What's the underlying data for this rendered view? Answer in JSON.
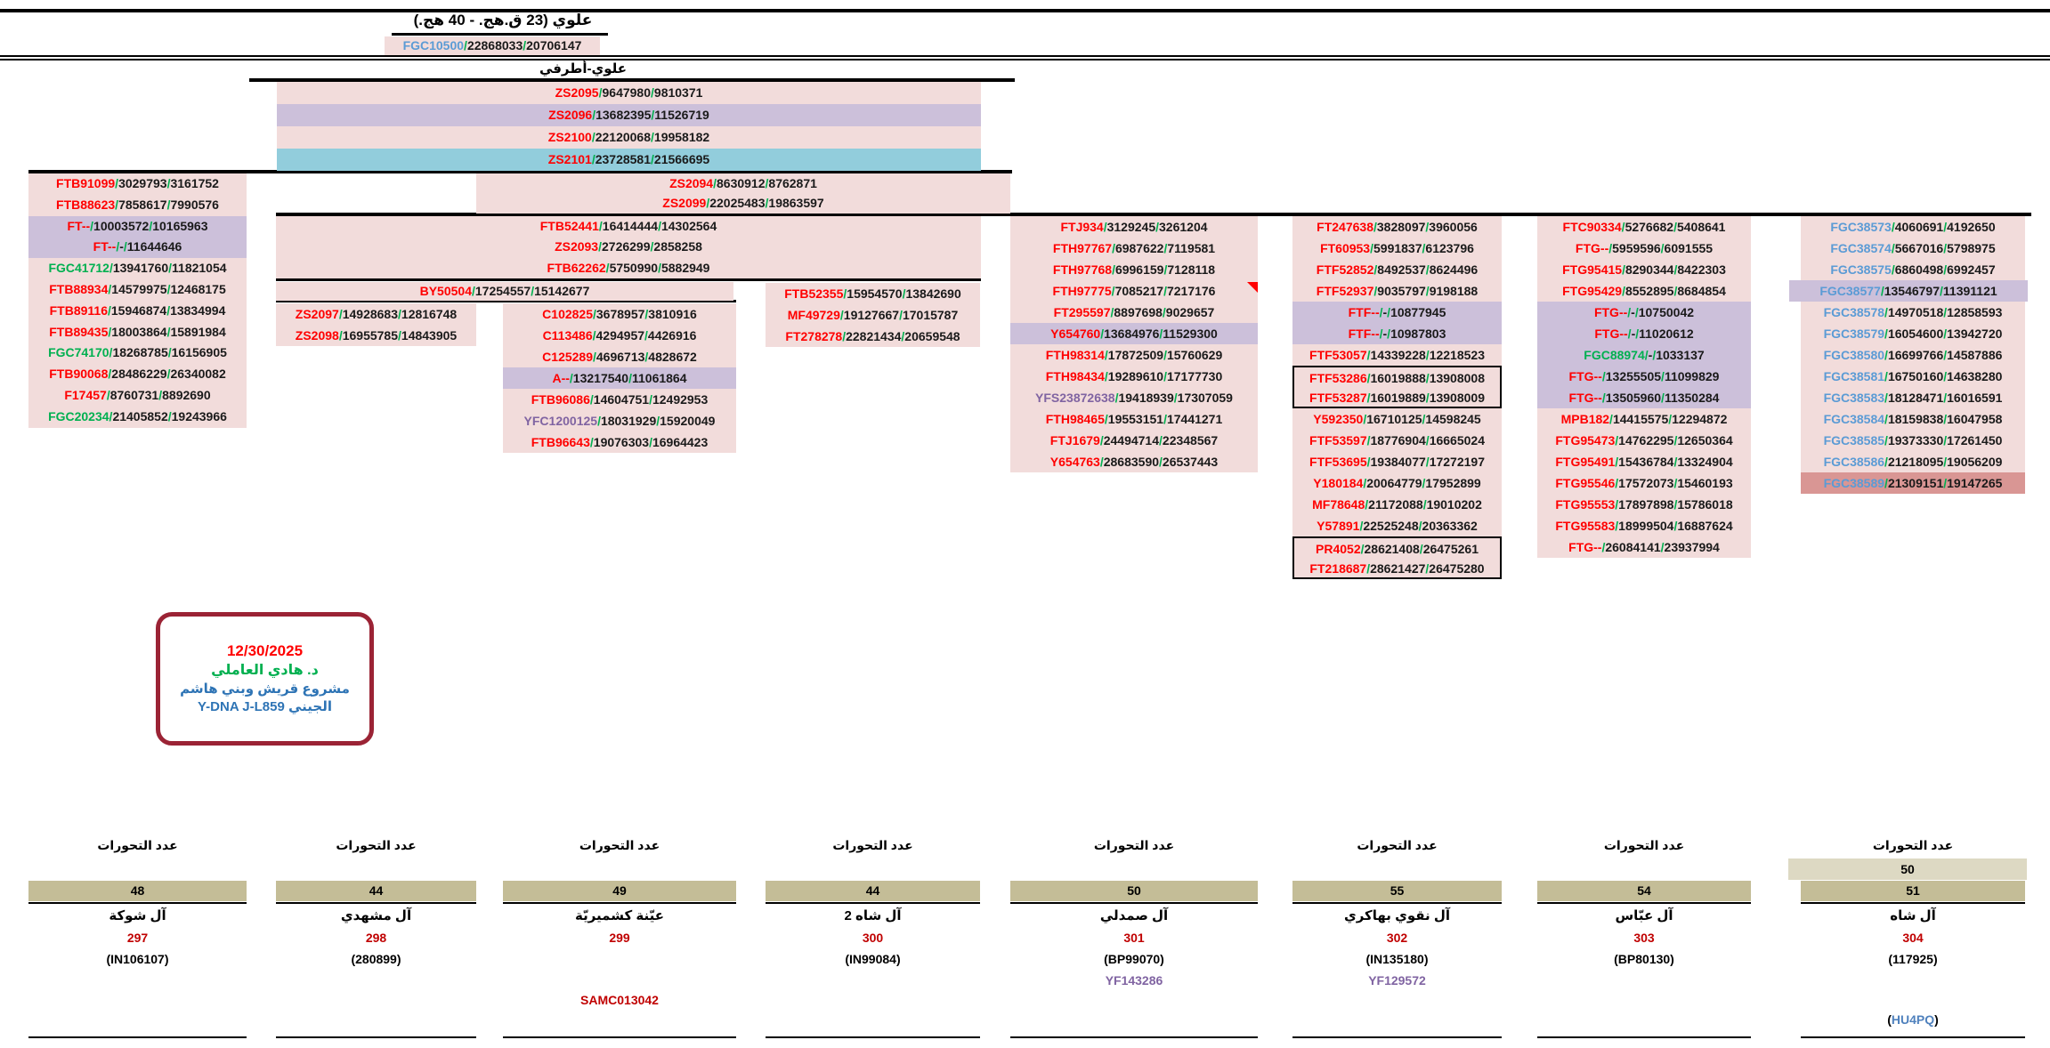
{
  "palette": {
    "pink": "#F2DCDB",
    "lavender": "#CCC0DA",
    "cyan": "#92CDDC",
    "rose": "#D99694",
    "tan_bar": "#C4BD97",
    "light_bar": "#DDD9C3",
    "snp_red": "#FF0000",
    "snp_green": "#00B050",
    "snp_purple": "#8064A2",
    "snp_blue": "#5B9BD5",
    "number_red": "#C00000",
    "stamp_border": "#9B2335"
  },
  "header": {
    "title": "علوي (23 ق.هج. - 40 هج.)",
    "subtitle": "علوي-أطرفي"
  },
  "blocks": {
    "root": [
      {
        "n": "FGC10500",
        "a": "22868033",
        "b": "20706147",
        "c": "b"
      }
    ],
    "top": [
      {
        "n": "ZS2095",
        "a": "9647980",
        "b": "9810371"
      },
      {
        "n": "ZS2096",
        "a": "13682395",
        "b": "11526719",
        "bg": "lav"
      },
      {
        "n": "ZS2100",
        "a": "22120068",
        "b": "19958182"
      },
      {
        "n": "ZS2101",
        "a": "23728581",
        "b": "21566695",
        "bg": "cyan"
      }
    ],
    "zs2094": [
      {
        "n": "ZS2094",
        "a": "8630912",
        "b": "8762871"
      },
      {
        "n": "ZS2099",
        "a": "22025483",
        "b": "19863597"
      }
    ],
    "col1": [
      {
        "n": "FTB91099",
        "a": "3029793",
        "b": "3161752"
      },
      {
        "n": "FTB88623",
        "a": "7858617",
        "b": "7990576"
      },
      {
        "n": "FT--",
        "a": "10003572",
        "b": "10165963",
        "bg": "lav"
      },
      {
        "n": "FT--",
        "a": "-",
        "b": "11644646",
        "bg": "lav"
      },
      {
        "n": "FGC41712",
        "a": "13941760",
        "b": "11821054",
        "c": "g"
      },
      {
        "n": "FTB88934",
        "a": "14579975",
        "b": "12468175"
      },
      {
        "n": "FTB89116",
        "a": "15946874",
        "b": "13834994"
      },
      {
        "n": "FTB89435",
        "a": "18003864",
        "b": "15891984"
      },
      {
        "n": "FGC74170",
        "a": "18268785",
        "b": "16156905",
        "c": "g"
      },
      {
        "n": "FTB90068",
        "a": "28486229",
        "b": "26340082"
      },
      {
        "n": "F17457",
        "a": "8760731",
        "b": "8892690"
      },
      {
        "n": "FGC20234",
        "a": "21405852",
        "b": "19243966",
        "c": "g"
      }
    ],
    "ftb52441": [
      {
        "n": "FTB52441",
        "a": "16414444",
        "b": "14302564"
      },
      {
        "n": "ZS2093",
        "a": "2726299",
        "b": "2858258"
      },
      {
        "n": "FTB62262",
        "a": "5750990",
        "b": "5882949"
      }
    ],
    "by50504": [
      {
        "n": "BY50504",
        "a": "17254557",
        "b": "15142677"
      }
    ],
    "zs2097": [
      {
        "n": "ZS2097",
        "a": "14928683",
        "b": "12816748"
      },
      {
        "n": "ZS2098",
        "a": "16955785",
        "b": "14843905"
      }
    ],
    "c102825": [
      {
        "n": "C102825",
        "a": "3678957",
        "b": "3810916"
      },
      {
        "n": "C113486",
        "a": "4294957",
        "b": "4426916"
      },
      {
        "n": "C125289",
        "a": "4696713",
        "b": "4828672"
      },
      {
        "n": "A--",
        "a": "13217540",
        "b": "11061864",
        "bg": "lav"
      },
      {
        "n": "FTB96086",
        "a": "14604751",
        "b": "12492953"
      },
      {
        "n": "YFC1200125",
        "a": "18031929",
        "b": "15920049",
        "c": "p"
      },
      {
        "n": "FTB96643",
        "a": "19076303",
        "b": "16964423"
      }
    ],
    "ftb52355": [
      {
        "n": "FTB52355",
        "a": "15954570",
        "b": "13842690"
      },
      {
        "n": "MF49729",
        "a": "19127667",
        "b": "17015787"
      },
      {
        "n": "FT278278",
        "a": "22821434",
        "b": "20659548"
      }
    ],
    "ftj934": [
      {
        "n": "FTJ934",
        "a": "3129245",
        "b": "3261204"
      },
      {
        "n": "FTH97767",
        "a": "6987622",
        "b": "7119581"
      },
      {
        "n": "FTH97768",
        "a": "6996159",
        "b": "7128118"
      },
      {
        "n": "FTH97775",
        "a": "7085217",
        "b": "7217176"
      },
      {
        "n": "FT295597",
        "a": "8897698",
        "b": "9029657"
      },
      {
        "n": "Y654760",
        "a": "13684976",
        "b": "11529300",
        "bg": "lav"
      },
      {
        "n": "FTH98314",
        "a": "17872509",
        "b": "15760629"
      },
      {
        "n": "FTH98434",
        "a": "19289610",
        "b": "17177730"
      },
      {
        "n": "YFS23872638",
        "a": "19418939",
        "b": "17307059",
        "c": "p"
      },
      {
        "n": "FTH98465",
        "a": "19553151",
        "b": "17441271"
      },
      {
        "n": "FTJ1679",
        "a": "24494714",
        "b": "22348567"
      },
      {
        "n": "Y654763",
        "a": "28683590",
        "b": "26537443"
      }
    ],
    "ft247638": [
      {
        "n": "FT247638",
        "a": "3828097",
        "b": "3960056"
      },
      {
        "n": "FT60953",
        "a": "5991837",
        "b": "6123796"
      },
      {
        "n": "FTF52852",
        "a": "8492537",
        "b": "8624496"
      },
      {
        "n": "FTF52937",
        "a": "9035797",
        "b": "9198188"
      },
      {
        "n": "FTF--",
        "a": "-",
        "b": "10877945",
        "bg": "lav"
      },
      {
        "n": "FTF--",
        "a": "-",
        "b": "10987803",
        "bg": "lav"
      },
      {
        "n": "FTF53057",
        "a": "14339228",
        "b": "12218523"
      },
      {
        "n": "FTF53286",
        "a": "16019888",
        "b": "13908008",
        "box": "top"
      },
      {
        "n": "FTF53287",
        "a": "16019889",
        "b": "13908009",
        "box": "bottom"
      },
      {
        "n": "Y592350",
        "a": "16710125",
        "b": "14598245"
      },
      {
        "n": "FTF53597",
        "a": "18776904",
        "b": "16665024"
      },
      {
        "n": "FTF53695",
        "a": "19384077",
        "b": "17272197"
      },
      {
        "n": "Y180184",
        "a": "20064779",
        "b": "17952899"
      },
      {
        "n": "MF78648",
        "a": "21172088",
        "b": "19010202"
      },
      {
        "n": "Y57891",
        "a": "22525248",
        "b": "20363362"
      },
      {
        "n": "PR4052",
        "a": "28621408",
        "b": "26475261",
        "box": "top"
      },
      {
        "n": "FT218687",
        "a": "28621427",
        "b": "26475280",
        "box": "bottom"
      }
    ],
    "ftc90334": [
      {
        "n": "FTC90334",
        "a": "5276682",
        "b": "5408641"
      },
      {
        "n": "FTG--",
        "a": "5959596",
        "b": "6091555"
      },
      {
        "n": "FTG95415",
        "a": "8290344",
        "b": "8422303"
      },
      {
        "n": "FTG95429",
        "a": "8552895",
        "b": "8684854"
      },
      {
        "n": "FTG--",
        "a": "-",
        "b": "10750042",
        "bg": "lav"
      },
      {
        "n": "FTG--",
        "a": "-",
        "b": "11020612",
        "bg": "lav"
      },
      {
        "n": "FGC88974",
        "a": "-",
        "b": "1033137",
        "bg": "lav",
        "c": "g"
      },
      {
        "n": "FTG--",
        "a": "13255505",
        "b": "11099829",
        "bg": "lav"
      },
      {
        "n": "FTG--",
        "a": "13505960",
        "b": "11350284",
        "bg": "lav"
      },
      {
        "n": "MPB182",
        "a": "14415575",
        "b": "12294872"
      },
      {
        "n": "FTG95473",
        "a": "14762295",
        "b": "12650364"
      },
      {
        "n": "FTG95491",
        "a": "15436784",
        "b": "13324904"
      },
      {
        "n": "FTG95546",
        "a": "17572073",
        "b": "15460193"
      },
      {
        "n": "FTG95553",
        "a": "17897898",
        "b": "15786018"
      },
      {
        "n": "FTG95583",
        "a": "18999504",
        "b": "16887624"
      },
      {
        "n": "FTG--",
        "a": "26084141",
        "b": "23937994"
      }
    ],
    "fgc38573": [
      {
        "n": "FGC38573",
        "a": "4060691",
        "b": "4192650",
        "c": "b"
      },
      {
        "n": "FGC38574",
        "a": "5667016",
        "b": "5798975",
        "c": "b"
      },
      {
        "n": "FGC38575",
        "a": "6860498",
        "b": "6992457",
        "c": "b"
      },
      {
        "n": "FGC38577",
        "a": "13546797",
        "b": "11391121",
        "c": "b",
        "bg": "lav",
        "wide": 1
      },
      {
        "n": "FGC38578",
        "a": "14970518",
        "b": "12858593",
        "c": "b"
      },
      {
        "n": "FGC38579",
        "a": "16054600",
        "b": "13942720",
        "c": "b"
      },
      {
        "n": "FGC38580",
        "a": "16699766",
        "b": "14587886",
        "c": "b"
      },
      {
        "n": "FGC38581",
        "a": "16750160",
        "b": "14638280",
        "c": "b"
      },
      {
        "n": "FGC38583",
        "a": "18128471",
        "b": "16016591",
        "c": "b"
      },
      {
        "n": "FGC38584",
        "a": "18159838",
        "b": "16047958",
        "c": "b"
      },
      {
        "n": "FGC38585",
        "a": "19373330",
        "b": "17261450",
        "c": "b"
      },
      {
        "n": "FGC38586",
        "a": "21218095",
        "b": "19056209",
        "c": "b"
      },
      {
        "n": "FGC38589",
        "a": "21309151",
        "b": "19147265",
        "c": "b",
        "bg": "rose"
      }
    ]
  },
  "stamp": {
    "date": "12/30/2025",
    "name": "د. هادي العاملي",
    "line1": "مشروع قريش وبني هاشم",
    "line2": "الجيني Y-DNA J-L859"
  },
  "bottom": {
    "header_label": "عدد التحورات",
    "columns": [
      {
        "mutations": "48",
        "name": "آل شوكة",
        "number": "297",
        "id": "(IN106107)"
      },
      {
        "mutations": "44",
        "name": "آل مشهدي",
        "number": "298",
        "id": "(280899)"
      },
      {
        "mutations": "49",
        "name": "عيّنة كشميريّة",
        "number": "299",
        "id": "",
        "extra": "SAMC013042"
      },
      {
        "mutations": "44",
        "name": "آل شاه 2",
        "number": "300",
        "id": "(IN99084)"
      },
      {
        "mutations": "50",
        "name": "آل صمدلي",
        "number": "301",
        "id": "(BP99070)",
        "extra": "YF143286"
      },
      {
        "mutations": "55",
        "name": "آل نقوي بهاكري",
        "number": "302",
        "id": "(IN135180)",
        "extra": "YF129572"
      },
      {
        "mutations": "54",
        "name": "آل عبّاس",
        "number": "303",
        "id": "(BP80130)"
      },
      {
        "mutations": "50",
        "mutations2": "51",
        "name": "آل شاه",
        "number": "304",
        "id": "(117925)",
        "extra_prefix": "(",
        "extra": "HU4PQ",
        "extra_suffix": ")"
      }
    ]
  }
}
